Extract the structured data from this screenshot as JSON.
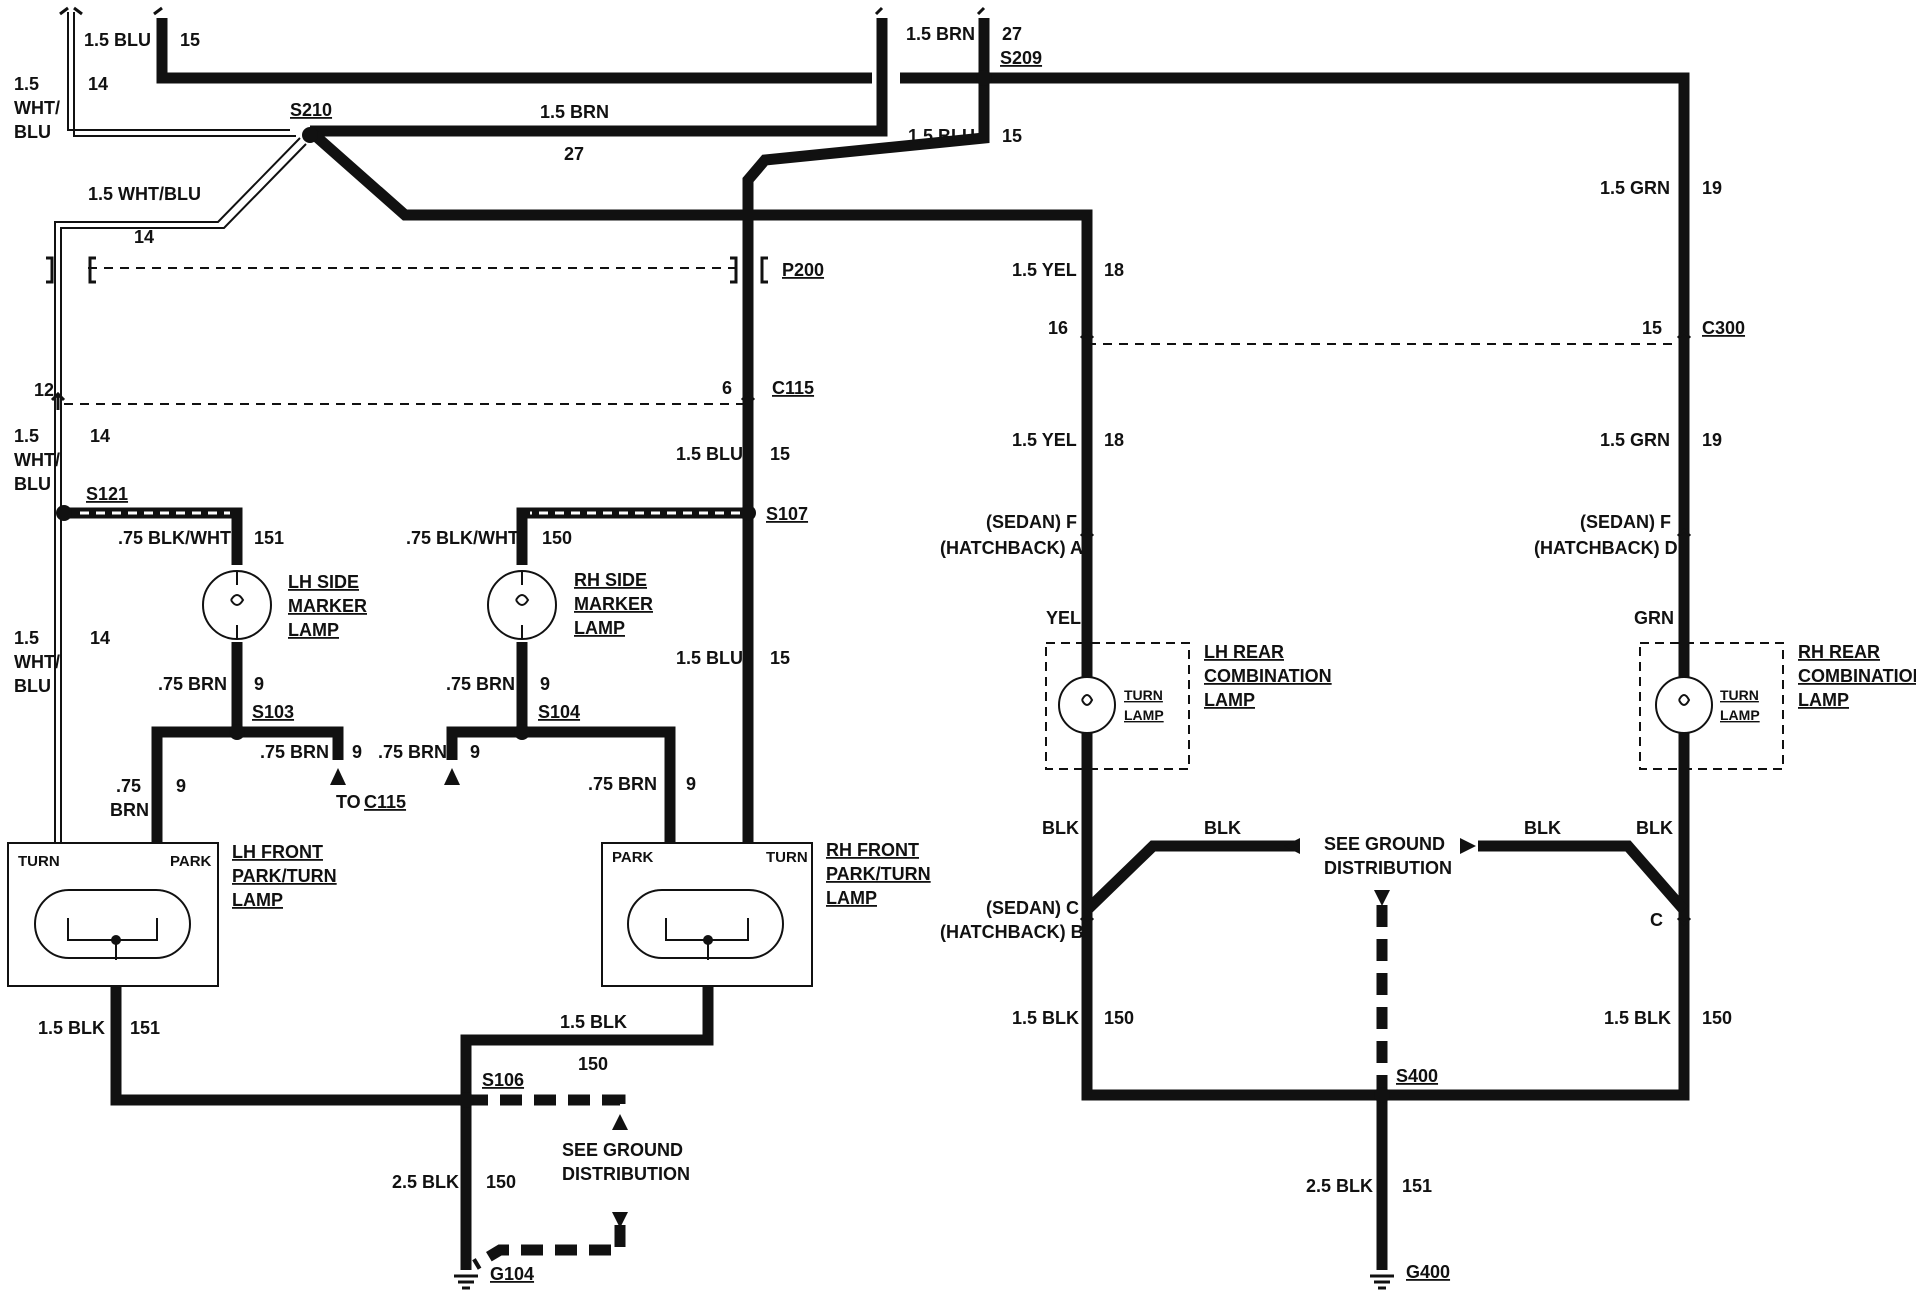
{
  "wires": {
    "w_blu_top": "1.5 BLU",
    "c15": "15",
    "w_brn_top": "1.5 BRN",
    "c27": "27",
    "w_wht_top_a": "1.5",
    "w_wht_top_b": "WHT/",
    "w_wht_top_c": "BLU",
    "c14": "14",
    "w_brn_mid": "1.5 BRN",
    "w_blu_mid": "1.5 BLU",
    "w_wht_diag": "1.5 WHT/BLU",
    "w_grn_top": "1.5 GRN",
    "c19": "19",
    "w_yel_top": "1.5 YEL",
    "c18": "18",
    "c12": "12",
    "c6": "6",
    "c16": "16",
    "c15b": "15",
    "w_blk_wht": ".75 BLK/WHT",
    "c151": "151",
    "c150": "150",
    "w_brn_075": ".75 BRN",
    "c9": "9",
    "w_075": ".75",
    "w_brn_word": "BRN",
    "w_blk_15": "1.5 BLK",
    "w_blk_25": "2.5 BLK",
    "w_yel": "YEL",
    "w_grn": "GRN",
    "w_blk": "BLK",
    "sedan_f": "(SEDAN) F",
    "hatch_a": "(HATCHBACK) A",
    "hatch_d": "(HATCHBACK) D",
    "sedan_c": "(SEDAN) C",
    "hatch_b": "(HATCHBACK) B",
    "pin_c": "C"
  },
  "splices": {
    "s210": "S210",
    "s209": "S209",
    "s121": "S121",
    "s107": "S107",
    "s103": "S103",
    "s104": "S104",
    "s106": "S106",
    "s400": "S400"
  },
  "connectors": {
    "p200": "P200",
    "c115": "C115",
    "c300": "C300",
    "to_c115": "TO C115",
    "to_word": "TO"
  },
  "grounds": {
    "g104": "G104",
    "g400": "G400"
  },
  "components": {
    "lh_side_1": "LH SIDE",
    "lh_side_2": "MARKER",
    "lh_side_3": "LAMP",
    "rh_side_1": "RH SIDE",
    "rh_side_2": "MARKER",
    "rh_side_3": "LAMP",
    "lh_front_1": "LH FRONT",
    "lh_front_2": "PARK/TURN",
    "lh_front_3": "LAMP",
    "rh_front_1": "RH FRONT",
    "rh_front_2": "PARK/TURN",
    "rh_front_3": "LAMP",
    "lh_rear_1": "LH REAR",
    "lh_rear_2": "COMBINATION",
    "lh_rear_3": "LAMP",
    "rh_rear_1": "RH REAR",
    "rh_rear_2": "COMBINATION",
    "rh_rear_3": "LAMP",
    "turn": "TURN",
    "park": "PARK",
    "turn_lamp_1": "TURN",
    "turn_lamp_2": "LAMP"
  },
  "ground_ref": {
    "line1": "SEE GROUND",
    "line2": "DISTRIBUTION"
  }
}
